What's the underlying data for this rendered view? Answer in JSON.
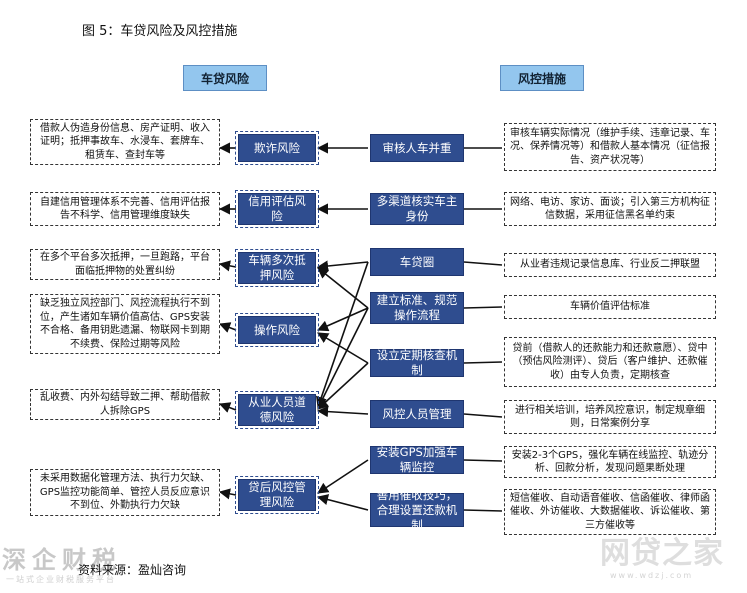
{
  "title": "图 5：车贷风险及风控措施",
  "headers": {
    "risk": "车贷风险",
    "measure": "风控措施"
  },
  "risk_descriptions": [
    "借款人伪造身份信息、房产证明、收入证明；抵押事故车、水浸车、套牌车、租赁车、查封车等",
    "自建信用管理体系不完善、信用评估报告不科学、信用管理维度缺失",
    "在多个平台多次抵押，一旦跑路，平台面临抵押物的处置纠纷",
    "缺乏独立风控部门、风控流程执行不到位，产生诸如车辆价值高估、GPS安装不合格、备用钥匙遗漏、物联网卡到期不续费、保险过期等风险",
    "乱收费、内外勾结导致二押、帮助借款人拆除GPS",
    "未采用数据化管理方法、执行力欠缺、GPS监控功能简单、管控人员反应意识不到位、外勤执行力欠缺"
  ],
  "risks": [
    "欺诈风险",
    "信用评估风险",
    "车辆多次抵押风险",
    "操作风险",
    "从业人员道德风险",
    "贷后风控管理风险"
  ],
  "measures": [
    "审核人车并重",
    "多渠道核实车主身份",
    "车贷圈",
    "建立标准、规范操作流程",
    "设立定期核查机制",
    "风控人员管理",
    "安装GPS加强车辆监控",
    "善用催收技巧，合理设置还款机制"
  ],
  "measure_descriptions": [
    "审核车辆实际情况（维护手续、违章记录、车况、保养情况等）和借款人基本情况（征信报告、资产状况等）",
    "网络、电访、家访、面谈；引入第三方机构征信数据，采用征信黑名单约束",
    "从业者违规记录信息库、行业反二押联盟",
    "车辆价值评估标准",
    "贷前（借款人的还款能力和还款意愿）、贷中（预估风险测评）、贷后（客户维护、还款催收）由专人负责，定期核查",
    "进行相关培训，培养风控意识，制定规章细则，日常案例分享",
    "安装2-3个GPS，强化车辆在线监控、轨迹分析、回款分析，发现问题果断处理",
    "短信催收、自动语音催收、信函催收、律师函催收、外访催收、大数据催收、诉讼催收、第三方催收等"
  ],
  "source": "资料来源：盈灿咨询",
  "watermarks": {
    "left": "深企财税",
    "left_sub": "一站式企业财税服务平台",
    "right": "网贷之家",
    "right_sub": "www.wdzj.com"
  }
}
